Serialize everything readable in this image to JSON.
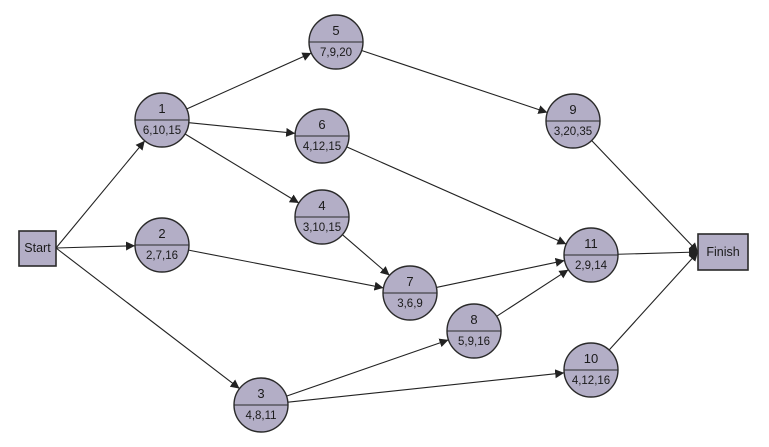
{
  "start": {
    "label": "Start"
  },
  "finish": {
    "label": "Finish"
  },
  "activities": [
    {
      "id": "1",
      "estimates": "6,10,15"
    },
    {
      "id": "2",
      "estimates": "2,7,16"
    },
    {
      "id": "3",
      "estimates": "4,8,11"
    },
    {
      "id": "4",
      "estimates": "3,10,15"
    },
    {
      "id": "5",
      "estimates": "7,9,20"
    },
    {
      "id": "6",
      "estimates": "4,12,15"
    },
    {
      "id": "7",
      "estimates": "3,6,9"
    },
    {
      "id": "8",
      "estimates": "5,9,16"
    },
    {
      "id": "9",
      "estimates": "3,20,35"
    },
    {
      "id": "10",
      "estimates": "4,12,16"
    },
    {
      "id": "11",
      "estimates": "2,9,14"
    }
  ],
  "edges": [
    {
      "from": "start",
      "to": "1"
    },
    {
      "from": "start",
      "to": "2"
    },
    {
      "from": "start",
      "to": "3"
    },
    {
      "from": "1",
      "to": "5"
    },
    {
      "from": "1",
      "to": "6"
    },
    {
      "from": "1",
      "to": "4"
    },
    {
      "from": "2",
      "to": "7"
    },
    {
      "from": "3",
      "to": "8"
    },
    {
      "from": "3",
      "to": "10"
    },
    {
      "from": "4",
      "to": "7"
    },
    {
      "from": "5",
      "to": "9"
    },
    {
      "from": "6",
      "to": "11"
    },
    {
      "from": "7",
      "to": "11"
    },
    {
      "from": "8",
      "to": "11"
    },
    {
      "from": "9",
      "to": "finish"
    },
    {
      "from": "11",
      "to": "finish"
    },
    {
      "from": "10",
      "to": "finish"
    }
  ]
}
